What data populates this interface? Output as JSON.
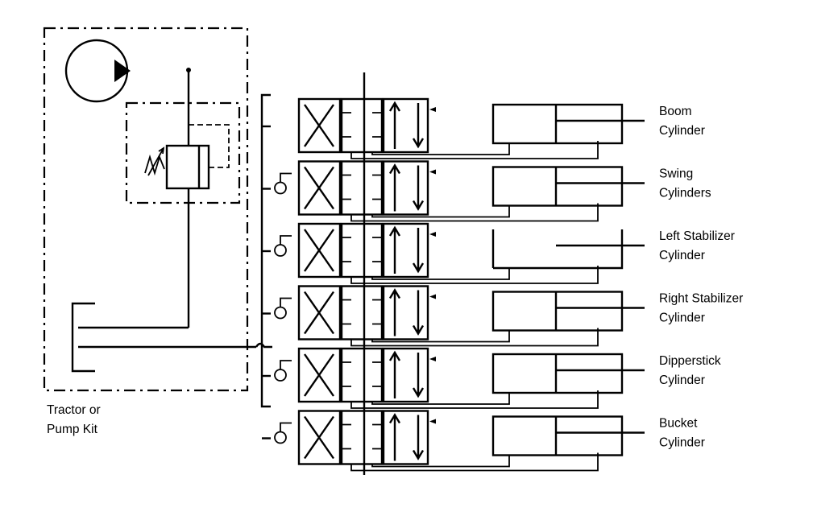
{
  "diagram": {
    "tractor_label": [
      "Tractor or",
      "Pump Kit"
    ],
    "actuators": [
      {
        "line1": "Boom",
        "line2": "Cylinder",
        "kind": "double-acting"
      },
      {
        "line1": "Swing",
        "line2": "Cylinders",
        "kind": "double-acting"
      },
      {
        "line1": "Left Stabilizer",
        "line2": "Cylinder",
        "kind": "open-rod"
      },
      {
        "line1": "Right Stabilizer",
        "line2": "Cylinder",
        "kind": "double-acting"
      },
      {
        "line1": "Dipperstick",
        "line2": "Cylinder",
        "kind": "double-acting"
      },
      {
        "line1": "Bucket",
        "line2": "Cylinder",
        "kind": "double-acting"
      }
    ],
    "colors": {
      "line": "#000000",
      "background": "#ffffff"
    }
  }
}
